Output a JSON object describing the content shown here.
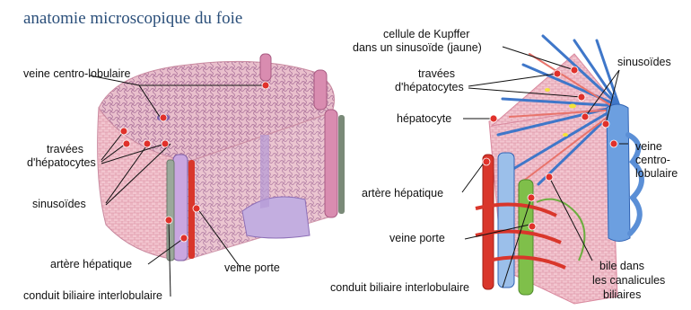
{
  "title": "anatomie microscopique du foie",
  "left": {
    "veine_centro": "veine centro-lobulaire",
    "travees_1": "travées",
    "travees_2": "d'hépatocytes",
    "sinusoides": "sinusoïdes",
    "artere": "artère hépatique",
    "veine_porte": "veine porte",
    "conduit": "conduit biliaire interlobulaire"
  },
  "right": {
    "kupffer_1": "cellule de Kupffer",
    "kupffer_2": "dans un sinusoïde (jaune)",
    "travees_1": "travées",
    "travees_2": "d'hépatocytes",
    "hepatocyte": "hépatocyte",
    "sinusoides": "sinusoïdes",
    "veine_centro_1": "veine",
    "veine_centro_2": "centro-",
    "veine_centro_3": "lobulaire",
    "artere": "artère hépatique",
    "veine_porte": "veine porte",
    "conduit": "conduit biliaire interlobulaire",
    "bile_1": "bile dans",
    "bile_2": "les canalicules",
    "bile_3": "biliaires"
  },
  "colors": {
    "title": "#2b4f7a",
    "pointer": "#e0312b",
    "tissue": "#e7b8c6",
    "vein_blue": "#5b8fd6",
    "artery_red": "#d9362b",
    "bile_green": "#7fbf4a",
    "portal_purple": "#b59ad6"
  }
}
